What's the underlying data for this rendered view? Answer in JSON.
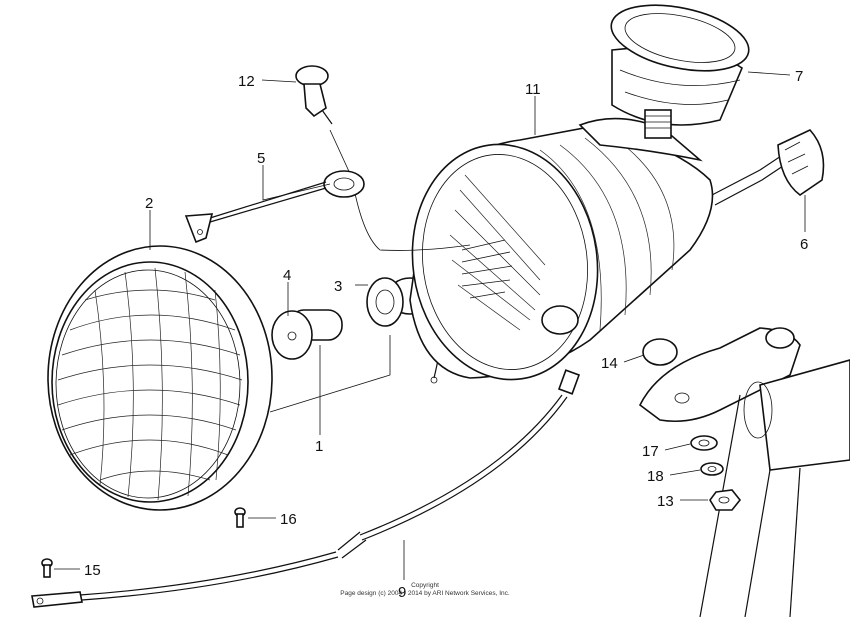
{
  "callouts": {
    "c1": "1",
    "c2": "2",
    "c3": "3",
    "c4": "4",
    "c5": "5",
    "c6": "6",
    "c7": "7",
    "c9": "9",
    "c11": "11",
    "c12": "12",
    "c13": "13",
    "c14": "14",
    "c15": "15",
    "c16": "16",
    "c17": "17",
    "c18": "18"
  },
  "copyright": {
    "line1": "Copyright",
    "line2": "Page design (c) 2004 - 2014 by ARI Network Services, Inc."
  }
}
